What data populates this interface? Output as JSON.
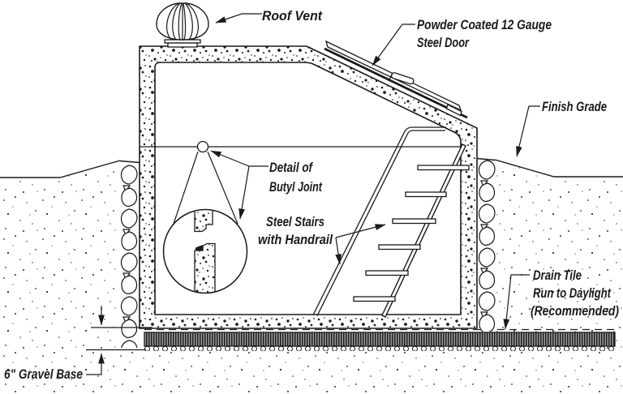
{
  "diagram": {
    "type": "technical-cross-section",
    "subject": "underground storm shelter section view",
    "labels": {
      "roof_vent": "Roof Vent",
      "steel_door_line1": "Powder Coated 12 Gauge",
      "steel_door_line2": "Steel Door",
      "finish_grade": "Finish Grade",
      "butyl_joint_line1": "Detail of",
      "butyl_joint_line2": "Butyl Joint",
      "stairs_line1": "Steel Stairs",
      "stairs_line2": "with Handrail",
      "drain_line1": "Drain Tile",
      "drain_line2": "Run to Daylight",
      "drain_line3": "(Recommended)",
      "gravel_base": "6\" Gravel Base"
    },
    "colors": {
      "ink": "#1a1a1a",
      "background": "#ffffff",
      "drain_tile_fill": "#9b9b9b",
      "drain_tile_stripe": "#1e1e1e"
    }
  }
}
